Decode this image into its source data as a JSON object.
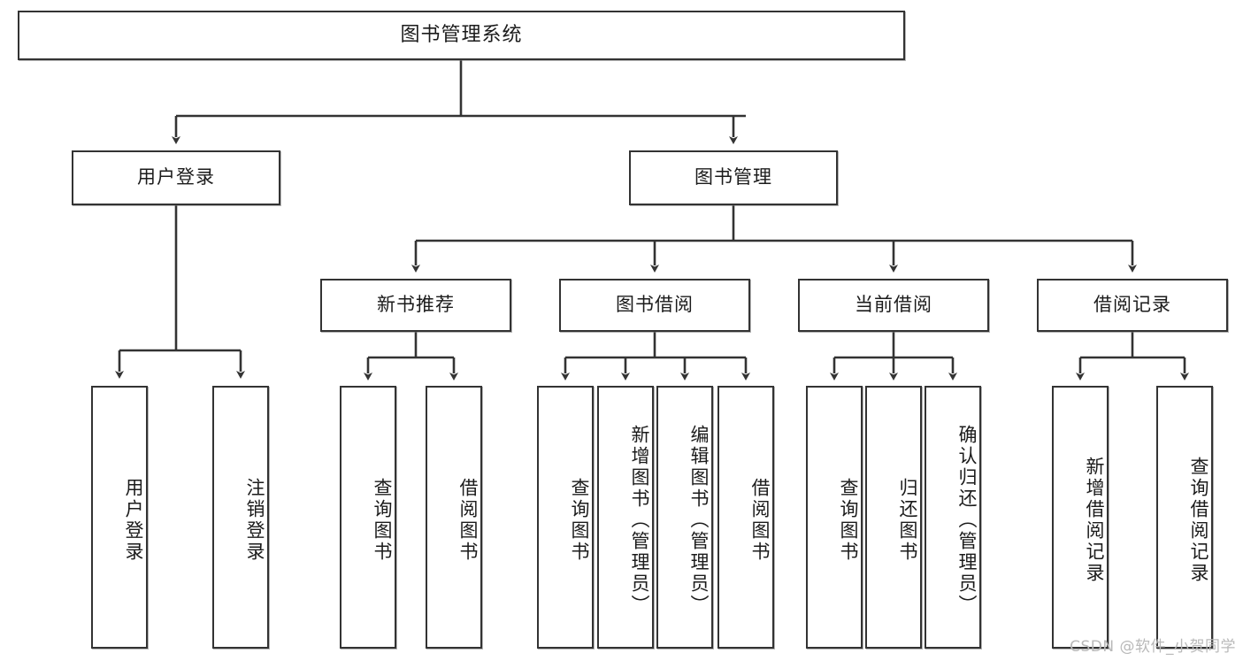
{
  "diagram": {
    "title_box": {
      "label": "图书管理系统"
    },
    "level2": [
      {
        "label": "用户登录"
      },
      {
        "label": "图书管理"
      }
    ],
    "level3": [
      {
        "label": "新书推荐"
      },
      {
        "label": "图书借阅"
      },
      {
        "label": "当前借阅"
      },
      {
        "label": "借阅记录"
      }
    ],
    "leaves": {
      "user_login": [
        {
          "label": "用户登录"
        },
        {
          "label": "注销登录"
        }
      ],
      "new_book_recommend": [
        {
          "label": "查询图书"
        },
        {
          "label": "借阅图书"
        }
      ],
      "book_borrow": [
        {
          "label": "查询图书"
        },
        {
          "label": "新增图书（管理员）"
        },
        {
          "label": "编辑图书（管理员）"
        },
        {
          "label": "借阅图书"
        }
      ],
      "current_borrow": [
        {
          "label": "查询图书"
        },
        {
          "label": "归还图书"
        },
        {
          "label": "确认归还（管理员）"
        }
      ],
      "borrow_record": [
        {
          "label": "新增借阅记录"
        },
        {
          "label": "查询借阅记录"
        }
      ]
    }
  },
  "watermark": {
    "text": "CSDN @软件_小贺同学"
  },
  "colors": {
    "stroke": "#333333",
    "background": "#ffffff",
    "text": "#1b1b1b",
    "watermark": "#b9b9b9"
  }
}
